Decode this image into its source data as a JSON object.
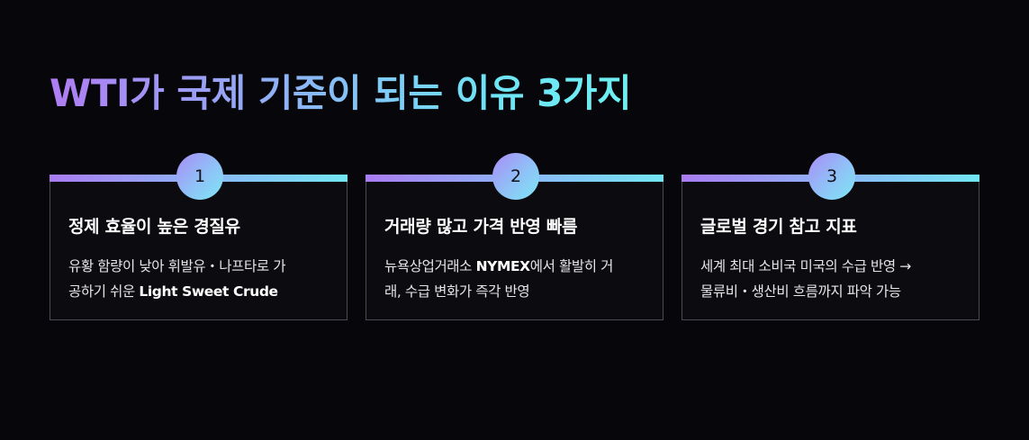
{
  "title": "WTI가 국제 기준이 되는 이유 3가지",
  "accent_colors": {
    "gradient_start": "#a97cf2",
    "gradient_end": "#72e6f5",
    "background": "#07070b",
    "card_border": "#4a4a52"
  },
  "cards": [
    {
      "number": "1",
      "title": "정제 효율이 높은 경질유",
      "desc": {
        "line1": "유황 함량이 낮아 휘발유・나프타로 가",
        "line2_prefix": "공하기 쉬운 ",
        "line2_bold": "Light Sweet Crude"
      }
    },
    {
      "number": "2",
      "title": "거래량 많고 가격 반영 빠름",
      "desc": {
        "line1_prefix": "뉴욕상업거래소 ",
        "line1_bold": "NYMEX",
        "line1_suffix": "에서 활발히 거",
        "line2": "래, 수급 변화가 즉각 반영"
      }
    },
    {
      "number": "3",
      "title": "글로벌 경기 참고 지표",
      "desc": {
        "line1": "세계 최대 소비국 미국의 수급 반영 →",
        "line2": "물류비・생산비 흐름까지 파악 가능"
      }
    }
  ]
}
